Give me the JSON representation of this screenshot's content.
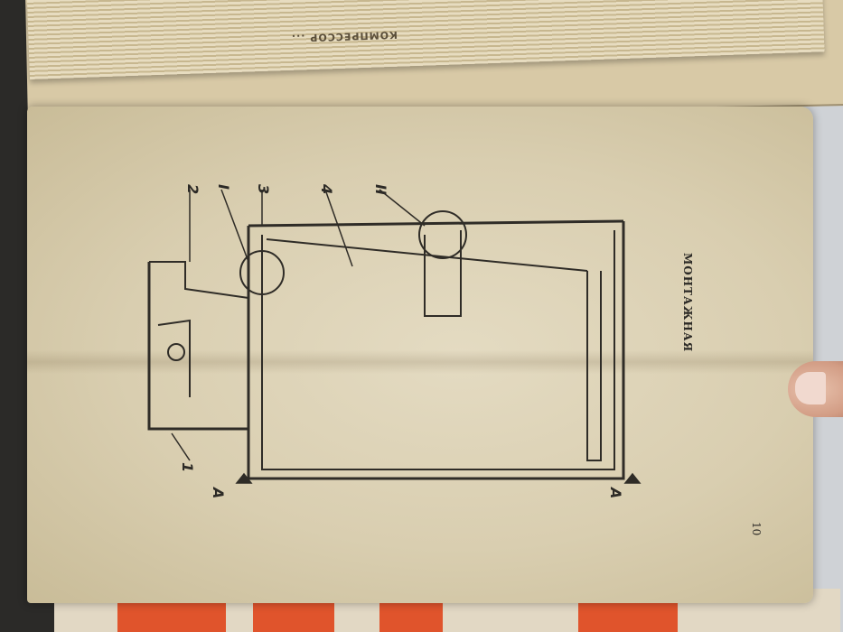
{
  "page": {
    "title": "МОНТАЖНАЯ",
    "number": "10",
    "spine_text": "КОМПРЕССОР ... "
  },
  "drawing": {
    "callouts": [
      "2",
      "I",
      "3",
      "4",
      "II",
      "1"
    ],
    "section_labels": [
      "A",
      "A"
    ]
  },
  "colors": {
    "paper": "#d9ceb0",
    "ink": "#2c2a26",
    "cover_accent": "#e0542c"
  }
}
